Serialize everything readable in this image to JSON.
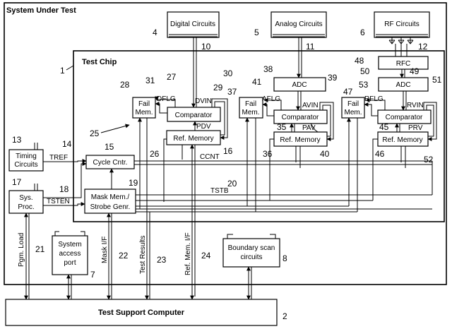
{
  "titles": {
    "system": "System Under Test",
    "chip": "Test Chip",
    "computer": "Test Support Computer"
  },
  "blocks": {
    "digital": "Digital Circuits",
    "analog": "Analog Circuits",
    "rf": "RF Circuits",
    "rfc": "RFC",
    "adc_analog": "ADC",
    "adc_rf": "ADC",
    "fail_line1": "Fail",
    "fail_line2": "Mem.",
    "comparator": "Comparator",
    "ref_memory": "Ref. Memory",
    "timing_line1": "Timing",
    "timing_line2": "Circuits",
    "sys_line1": "Sys.",
    "sys_line2": "Proc.",
    "cycle": "Cycle Cntr.",
    "mask_line1": "Mask Mem./",
    "mask_line2": "Strobe Genr.",
    "sap_line1": "System",
    "sap_line2": "access",
    "sap_line3": "port",
    "bscan_line1": "Boundary scan",
    "bscan_line2": "circuits"
  },
  "signals": {
    "dflg": "DFLG",
    "dvin": "DVIN",
    "pdv": "PDV",
    "aflg": "AFLG",
    "avin": "AVIN",
    "pav": "PAV",
    "rflg": "RFLG",
    "rvin": "RVIN",
    "prv": "PRV",
    "tref": "TREF",
    "tsten": "TSTEN",
    "ccnt": "CCNT",
    "tstb": "TSTB"
  },
  "buses": {
    "pgm_load": "Pgm. Load",
    "mask_if": "Mask I/F",
    "test_results": "Test Results",
    "ref_mem_if": "Ref. Mem. I/F"
  },
  "refs": {
    "r1": "1",
    "r2": "2",
    "r4": "4",
    "r5": "5",
    "r6": "6",
    "r7": "7",
    "r8": "8",
    "r10": "10",
    "r11": "11",
    "r12": "12",
    "r13": "13",
    "r14": "14",
    "r15": "15",
    "r16": "16",
    "r17": "17",
    "r18": "18",
    "r19": "19",
    "r20": "20",
    "r21": "21",
    "r22": "22",
    "r23": "23",
    "r24": "24",
    "r25": "25",
    "r26": "26",
    "r27": "27",
    "r28": "28",
    "r29": "29",
    "r30": "30",
    "r31": "31",
    "r35": "35",
    "r36": "36",
    "r37": "37",
    "r38": "38",
    "r39": "39",
    "r40": "40",
    "r41": "41",
    "r45": "45",
    "r46": "46",
    "r47": "47",
    "r48": "48",
    "r49": "49",
    "r50": "50",
    "r51": "51",
    "r52": "52",
    "r53": "53"
  }
}
